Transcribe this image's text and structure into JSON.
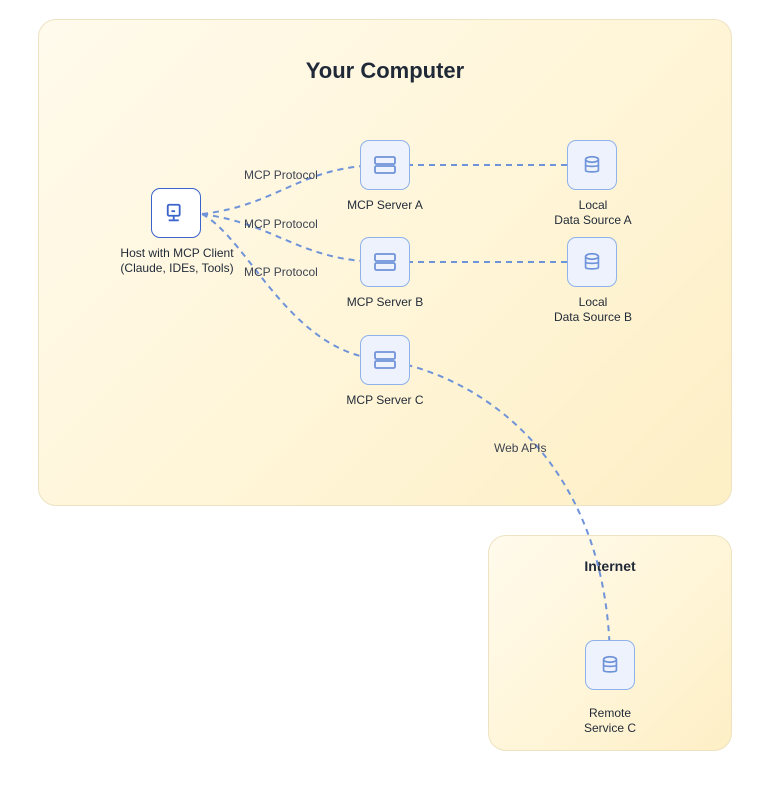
{
  "groups": {
    "computer": {
      "title": "Your Computer"
    },
    "internet": {
      "title": "Internet"
    }
  },
  "nodes": {
    "host": {
      "label_line1": "Host with MCP Client",
      "label_line2": "(Claude, IDEs, Tools)",
      "icon": "monitor-icon"
    },
    "server_a": {
      "label": "MCP Server A",
      "icon": "server-icon"
    },
    "server_b": {
      "label": "MCP Server B",
      "icon": "server-icon"
    },
    "server_c": {
      "label": "MCP Server C",
      "icon": "server-icon"
    },
    "data_a": {
      "label_line1": "Local",
      "label_line2": "Data Source A",
      "icon": "database-icon"
    },
    "data_b": {
      "label_line1": "Local",
      "label_line2": "Data Source B",
      "icon": "database-icon"
    },
    "remote_c": {
      "label_line1": "Remote",
      "label_line2": "Service C",
      "icon": "database-icon"
    }
  },
  "edges": {
    "host_server_a": {
      "label": "MCP Protocol"
    },
    "host_server_b": {
      "label": "MCP Protocol"
    },
    "host_server_c": {
      "label": "MCP Protocol"
    },
    "server_a_data_a": {
      "label": ""
    },
    "server_b_data_b": {
      "label": ""
    },
    "server_c_remote_c": {
      "label": "Web APIs"
    }
  },
  "colors": {
    "edge": "#6f93d9",
    "host_border": "#3a63cc",
    "node_border": "#8fb2ea",
    "node_fill": "#eef2fd",
    "group_fill": "#fff5d8"
  }
}
